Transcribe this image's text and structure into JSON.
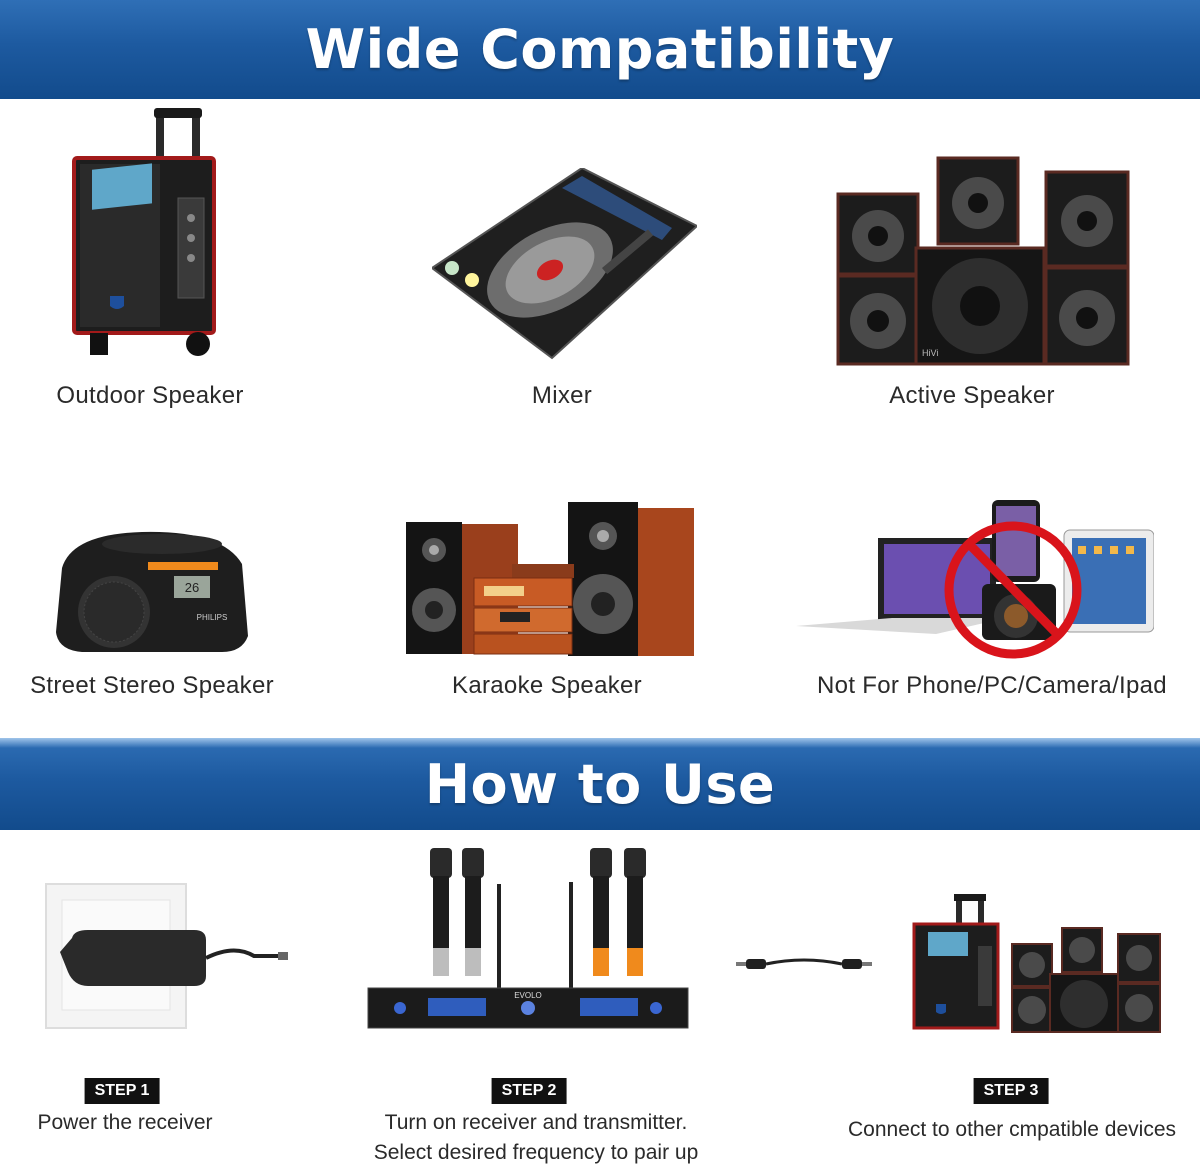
{
  "sections": {
    "compatibility_title": "Wide Compatibility",
    "how_to_title": "How to Use"
  },
  "devices": [
    {
      "label": "Outdoor Speaker",
      "icon": "trolley-speaker-icon"
    },
    {
      "label": "Mixer",
      "icon": "dj-mixer-icon"
    },
    {
      "label": "Active Speaker",
      "icon": "speaker-set-icon"
    },
    {
      "label": "Street Stereo Speaker",
      "icon": "boombox-icon"
    },
    {
      "label": "Karaoke Speaker",
      "icon": "hifi-system-icon"
    },
    {
      "label": "Not For Phone/PC/Camera/Ipad",
      "icon": "prohibited-devices-icon"
    }
  ],
  "steps": [
    {
      "badge": "STEP 1",
      "text": [
        "Power the receiver"
      ],
      "icon": "power-adapter-icon"
    },
    {
      "badge": "STEP 2",
      "text": [
        "Turn on receiver and transmitter.",
        "Select desired frequency to pair up"
      ],
      "icon": "wireless-mic-receiver-icon"
    },
    {
      "badge": "STEP 3",
      "text": [
        "Connect to other cmpatible devices"
      ],
      "icon": "audio-cable-icon"
    }
  ],
  "brand_text": {
    "receiver": "EVOLO",
    "boombox": "PHILIPS",
    "speaker_brand": "HiVi",
    "boombox_display": "26"
  },
  "colors": {
    "banner": "#1d5aa0",
    "accent_orange": "#f08a1c",
    "prohibit_red": "#d9141b"
  }
}
